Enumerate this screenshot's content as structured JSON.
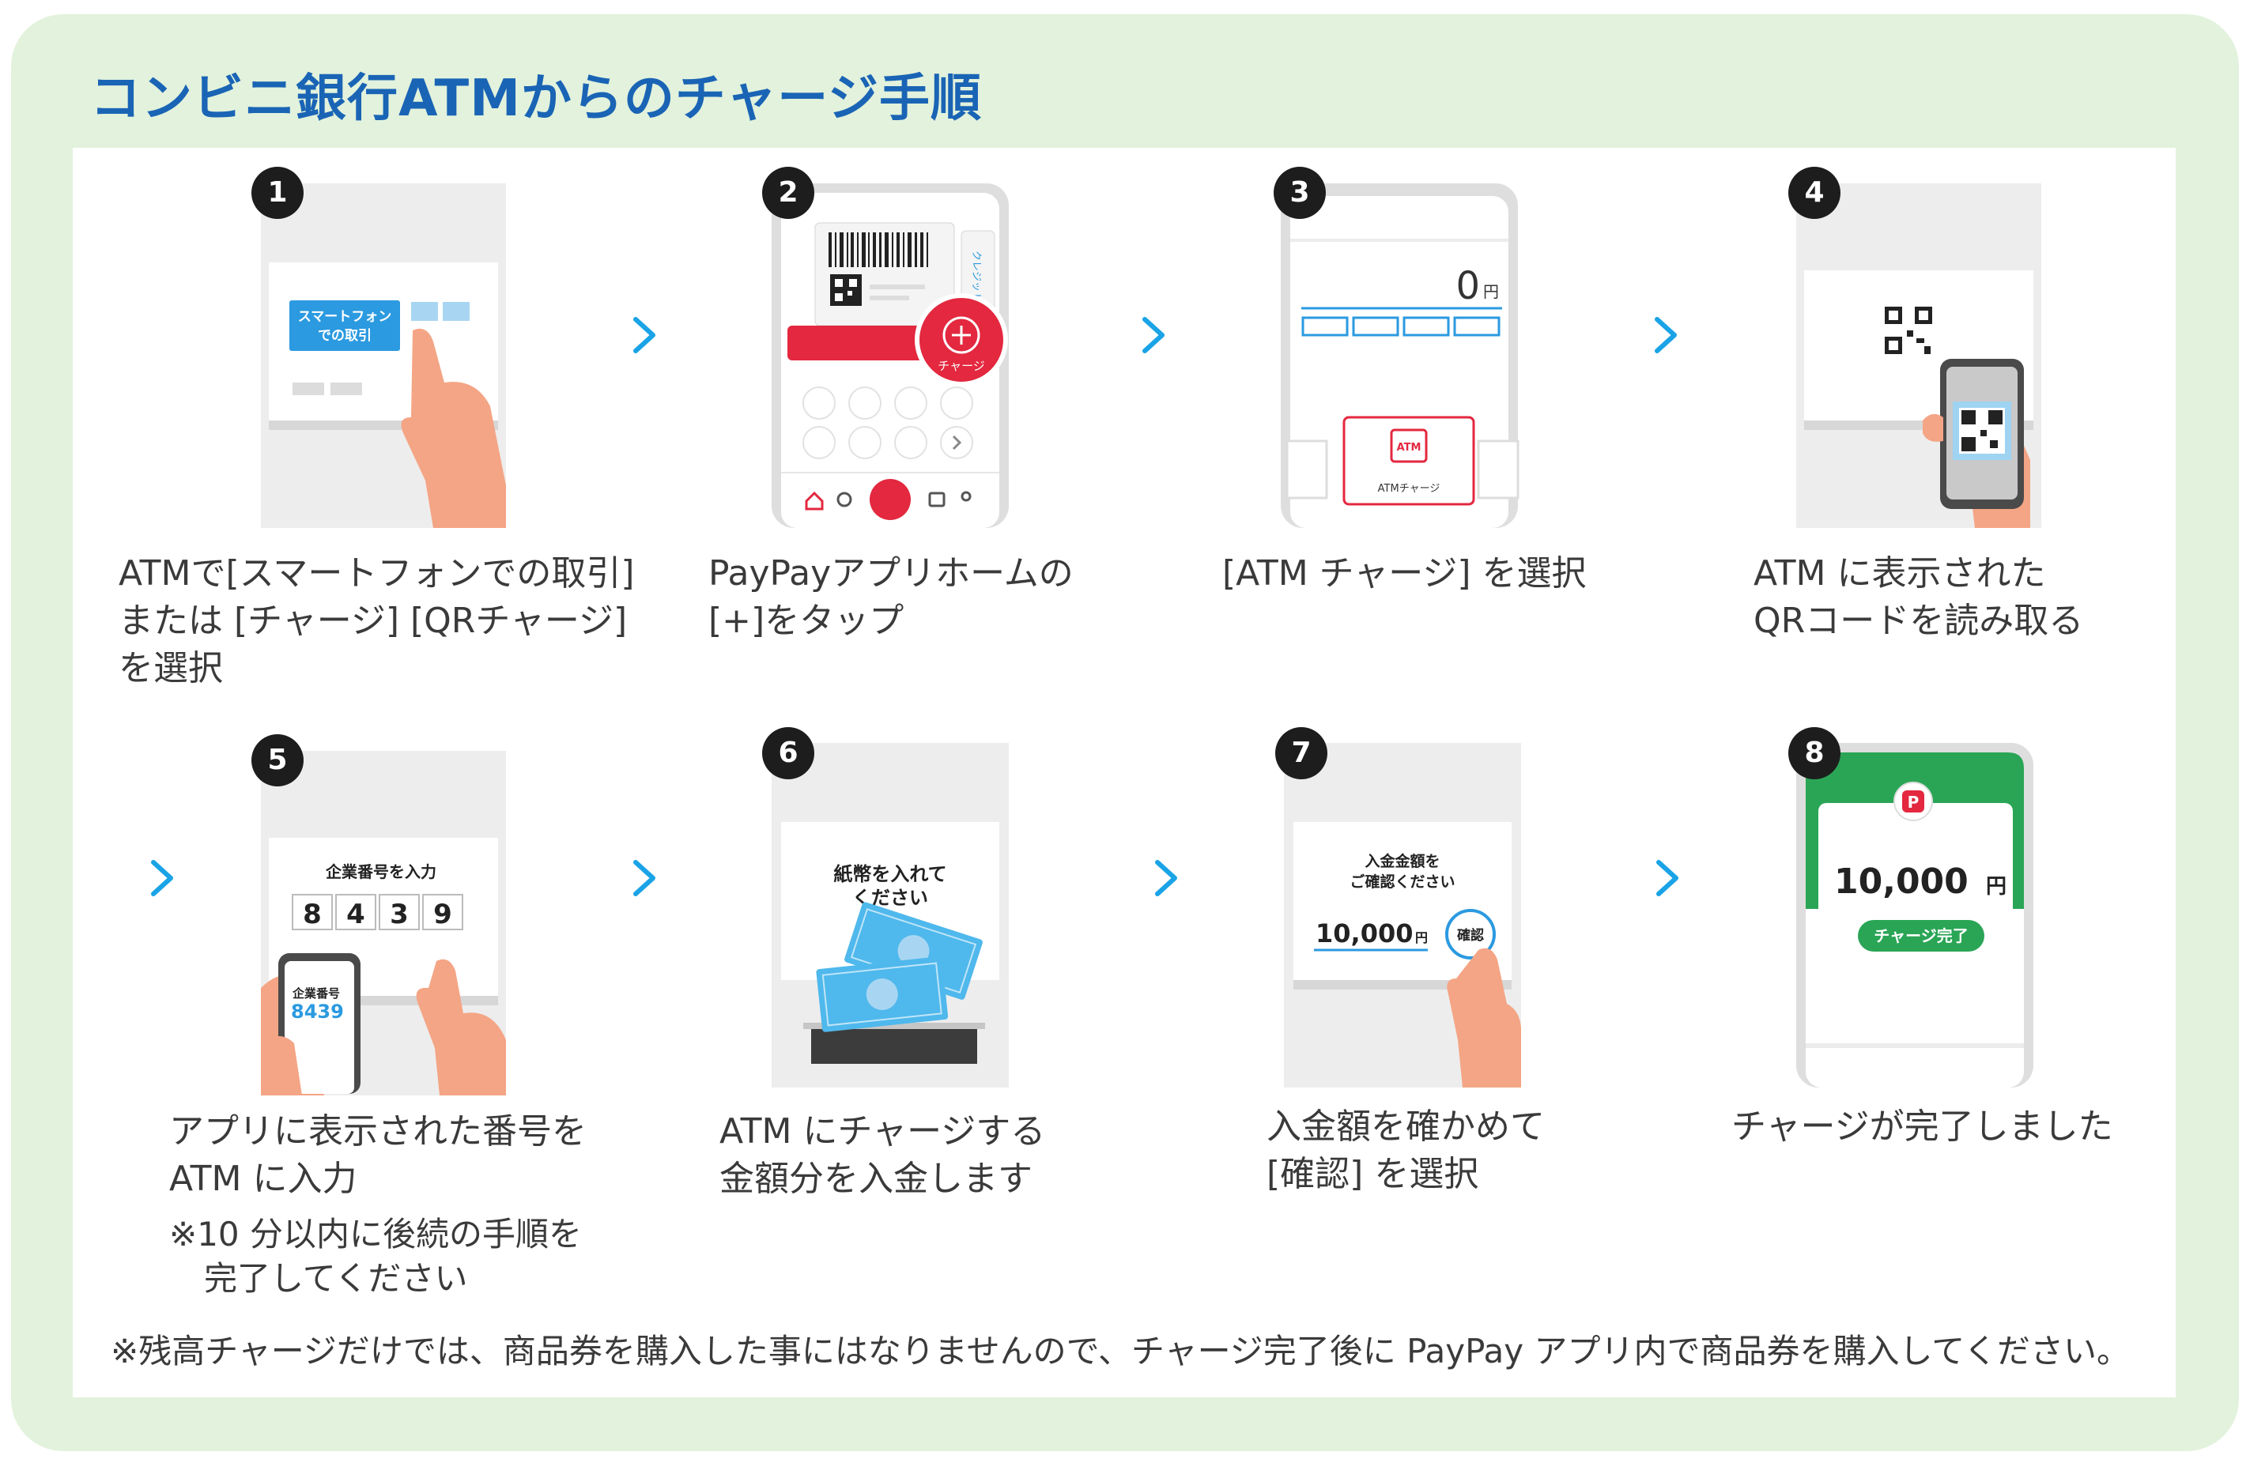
{
  "title": "コンビニ銀行ATMからのチャージ手順",
  "colors": {
    "background": "#e2f2dc",
    "title": "#1a64b5",
    "arrow": "#1aa3e6",
    "accent_red": "#e3283f",
    "paypay_green": "#2aa556",
    "screen_blue": "#2b9ae0"
  },
  "steps": [
    {
      "number": "1",
      "lines": [
        "ATMで[スマートフォンでの取引]",
        "または [チャージ] [QRチャージ]",
        "を選択"
      ],
      "screen": {
        "button_line1": "スマートフォン",
        "button_line2": "での取引"
      }
    },
    {
      "number": "2",
      "lines": [
        "PayPayアプリホームの",
        "[+]をタップ"
      ],
      "screen": {
        "charge_label": "チャージ",
        "side_label": "クレジット"
      }
    },
    {
      "number": "3",
      "lines": [
        "[ATM チャージ] を選択"
      ],
      "screen": {
        "amount": "0",
        "yen": "円",
        "atm_label": "ATM",
        "atm_charge_label": "ATMチャージ"
      }
    },
    {
      "number": "4",
      "lines": [
        "ATM に表示された",
        "QRコードを読み取る"
      ]
    },
    {
      "number": "5",
      "lines": [
        "アプリに表示された番号を",
        "ATM に入力"
      ],
      "note_lines": [
        "※10 分以内に後続の手順を",
        "完了してください"
      ],
      "screen": {
        "prompt": "企業番号を入力",
        "digits": [
          "8",
          "4",
          "3",
          "9"
        ],
        "phone_label": "企業番号",
        "phone_number": "8439"
      }
    },
    {
      "number": "6",
      "lines": [
        "ATM にチャージする",
        "金額分を入金します"
      ],
      "screen": {
        "line1": "紙幣を入れて",
        "line2": "ください"
      }
    },
    {
      "number": "7",
      "lines": [
        "入金額を確かめて",
        "[確認] を選択"
      ],
      "screen": {
        "line1": "入金金額を",
        "line2": "ご確認ください",
        "amount": "10,000",
        "yen": "円",
        "confirm": "確認"
      }
    },
    {
      "number": "8",
      "lines": [
        "チャージが完了しました"
      ],
      "screen": {
        "amount": "10,000",
        "yen": "円",
        "status": "チャージ完了",
        "logo_letter": "P"
      }
    }
  ],
  "footnote": "※残高チャージだけでは、商品券を購入した事にはなりませんので、チャージ完了後に PayPay アプリ内で商品券を購入してください。",
  "icons": {
    "arrow": "chevron-right-icon"
  }
}
